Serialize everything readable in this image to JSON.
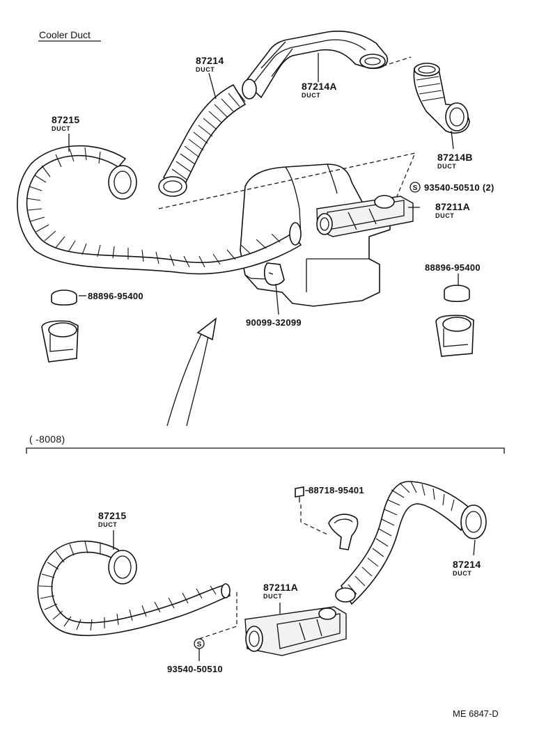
{
  "title": "Cooler Duct",
  "labels": {
    "p87214_top": "87214",
    "p87214_top_sub": "DUCT",
    "p87214A": "87214A",
    "p87214A_sub": "DUCT",
    "p87215_top": "87215",
    "p87215_top_sub": "DUCT",
    "p87214B": "87214B",
    "p87214B_sub": "DUCT",
    "p93540_top": "93540-50510 (2)",
    "s_symbol": "S",
    "p87211A_top": "87211A",
    "p87211A_top_sub": "DUCT",
    "p88896_left": "88896-95400",
    "p88896_right": "88896-95400",
    "p90099": "90099-32099",
    "range": "(      -8008)",
    "p88718": "88718-95401",
    "p87215_bot": "87215",
    "p87215_bot_sub": "DUCT",
    "p87214_bot": "87214",
    "p87214_bot_sub": "DUCT",
    "p87211A_bot": "87211A",
    "p87211A_bot_sub": "DUCT",
    "p93540_bot": "93540-50510",
    "code": "ME 6847-D"
  }
}
